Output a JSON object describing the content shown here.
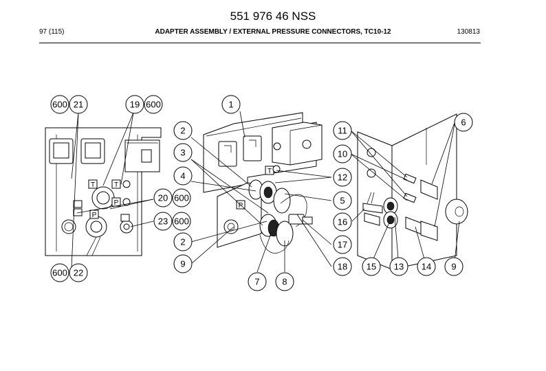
{
  "header": {
    "doc_number": "551 976 46 NSS",
    "page_ref": "97 (115)",
    "title": "ADAPTER ASSEMBLY / EXTERNAL PRESSURE CONNECTORS, TC10-12",
    "date_code": "130813"
  },
  "callouts": [
    "600",
    "21",
    "19",
    "600",
    "1",
    "2",
    "6",
    "11",
    "3",
    "10",
    "4",
    "12",
    "20",
    "600",
    "5",
    "16",
    "23",
    "600",
    "2",
    "17",
    "9",
    "18",
    "15",
    "13",
    "14",
    "9",
    "600",
    "22",
    "7",
    "8"
  ],
  "panel_marks": [
    "T",
    "T",
    "P",
    "P",
    "T",
    "P"
  ]
}
